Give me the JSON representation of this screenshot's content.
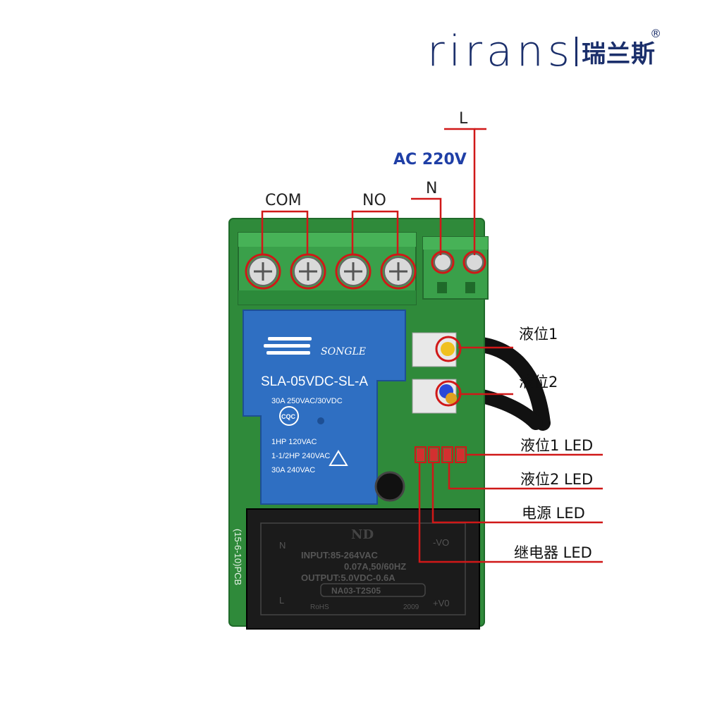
{
  "brand": {
    "latin": "rirans",
    "cjk": "瑞兰斯",
    "registered": "®"
  },
  "terminals": {
    "com": "COM",
    "no": "NO",
    "n": "N",
    "l": "L",
    "supply": "AC 220V"
  },
  "sensors": {
    "level1": "液位1",
    "level2": "液位2"
  },
  "leds": {
    "level1_led": "液位1 LED",
    "level2_led": "液位2 LED",
    "power_led": "电源 LED",
    "relay_led": "继电器 LED"
  },
  "relay": {
    "brand": "SONGLE",
    "model": "SLA-05VDC-SL-A",
    "rating1": "30A 250VAC/30VDC",
    "cert": "CQC",
    "hp1": "1HP 120VAC",
    "hp2": "1-1/2HP 240VAC",
    "rating2": "30A 240VAC"
  },
  "psu": {
    "logo": "ND",
    "input": "INPUT:85-264VAC",
    "current": "0.07A,50/60HZ",
    "output": "OUTPUT:5.0VDC-0.6A",
    "model": "NA03-T2S05",
    "rohs": "RoHS",
    "year": "2009",
    "pin_n": "N",
    "pin_l": "L",
    "pin_vo_neg": "-VO",
    "pin_vo_pos": "+V0"
  },
  "pcb": {
    "date": "(15-6-10)PCB"
  },
  "colors": {
    "brand": "#1b2f6b",
    "pcb": "#2f8a3a",
    "terminal_green": "#3aa04a",
    "relay_blue": "#2f6fc2",
    "psu_black": "#1b1b1b",
    "annotation_red": "#d01818"
  }
}
